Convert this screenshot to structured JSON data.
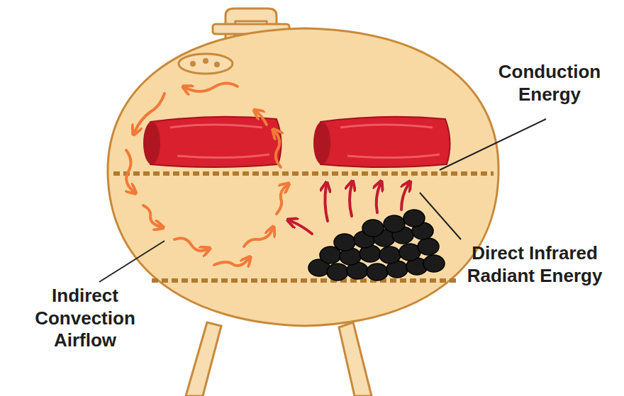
{
  "diagram": {
    "labels": [
      "Conduction Energy",
      "Direct Infrared Radiant Energy",
      "Indirect Convection Airflow"
    ]
  }
}
